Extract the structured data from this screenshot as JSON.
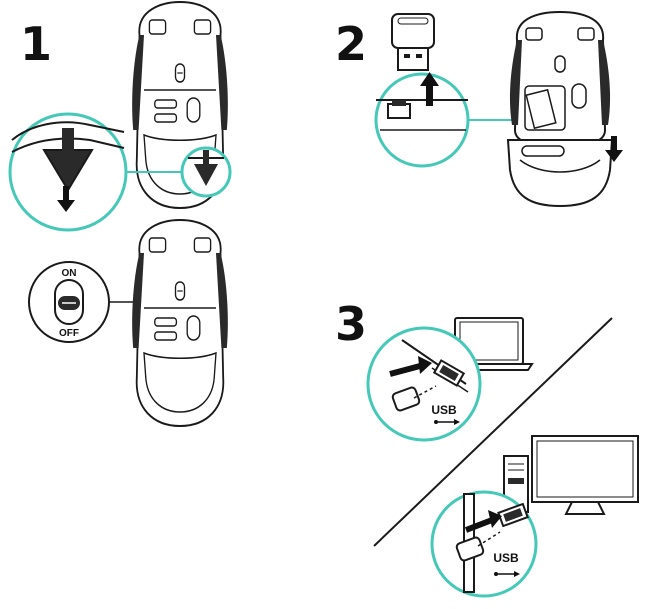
{
  "steps": [
    {
      "number": "1"
    },
    {
      "number": "2"
    },
    {
      "number": "3"
    }
  ],
  "switch": {
    "on_label": "ON",
    "off_label": "OFF"
  },
  "mouse_switch_text": {
    "on": "ON",
    "off": "OFF"
  },
  "usb": {
    "label_laptop": "USB",
    "label_desktop": "USB"
  },
  "colors": {
    "accent_circle": "#45c8b8",
    "line": "#1a1a1a",
    "mouse_dark": "#2a2a2a"
  }
}
